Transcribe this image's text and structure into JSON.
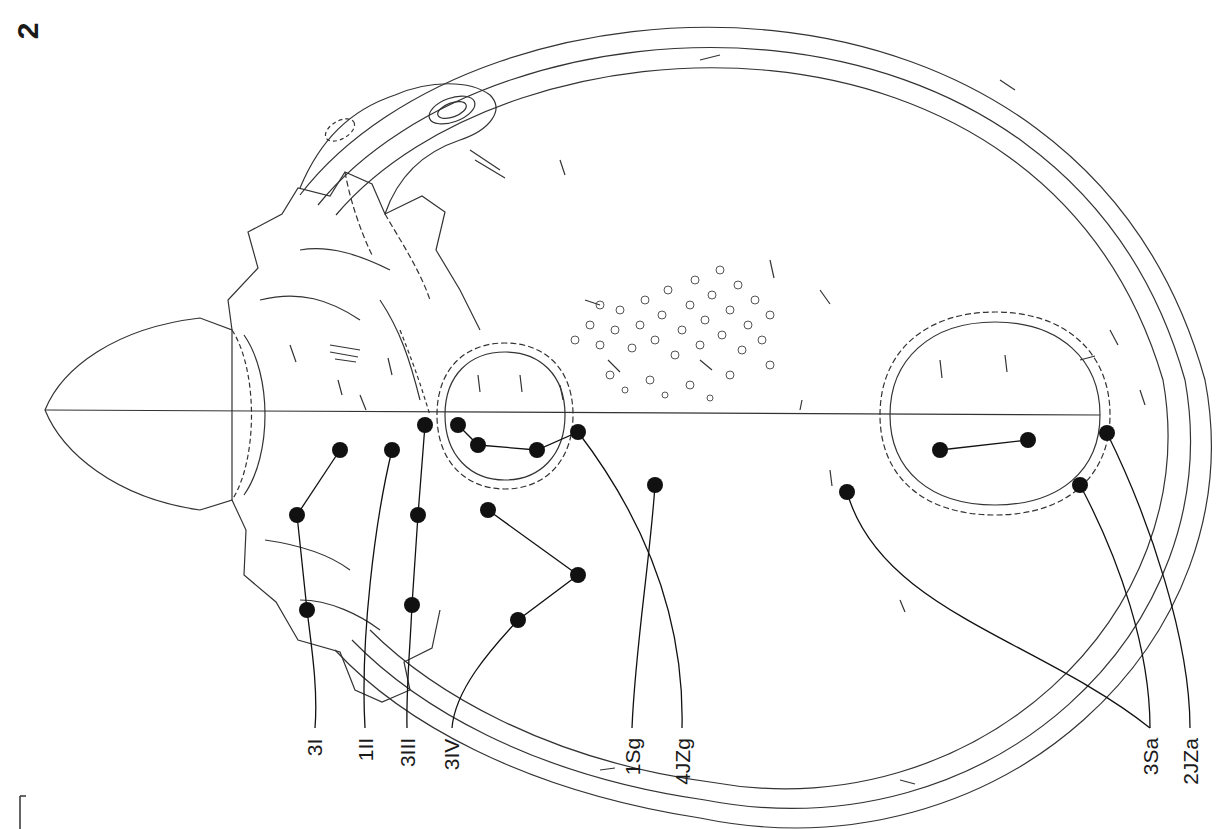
{
  "diagram": {
    "labels": [
      "2",
      "3I",
      "1II",
      "3III",
      "3IV",
      "1Sg",
      "4JZg",
      "3Sa",
      "2JZa"
    ]
  }
}
